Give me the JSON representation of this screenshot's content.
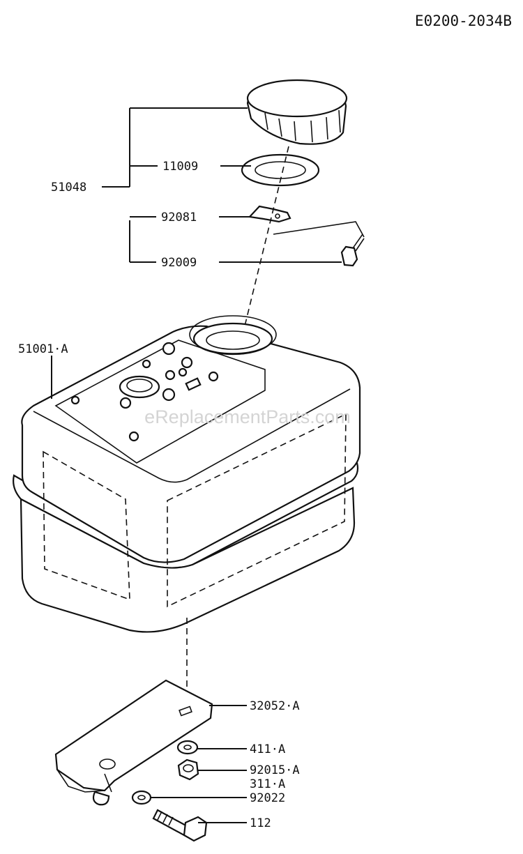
{
  "diagram_code": "E0200-2034B",
  "watermark": "eReplacementParts.com",
  "parts": {
    "fuel_cap_assy": "51048",
    "gasket": "11009",
    "chain_plate": "92081",
    "screw": "92009",
    "fuel_tank": "51001·A",
    "bracket": "32052·A",
    "washer_small": "411·A",
    "nut": "92015·A",
    "nut_alt": "311·A",
    "washer": "92022",
    "bolt": "112"
  }
}
